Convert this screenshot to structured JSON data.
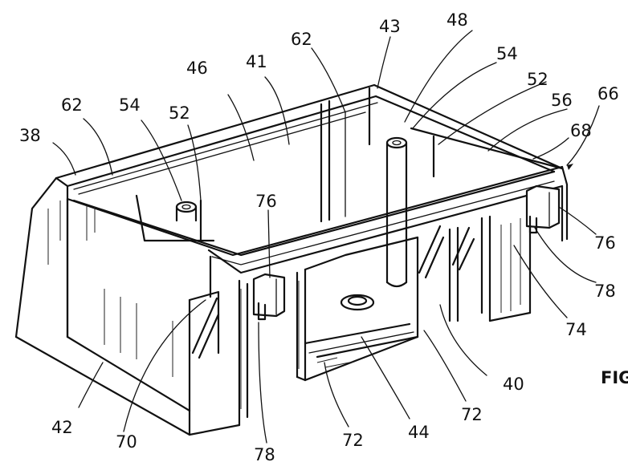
{
  "figure": {
    "fig_label": "FIG",
    "reference_numerals": {
      "n38": "38",
      "n62a": "62",
      "n54a": "54",
      "n52a": "52",
      "n46": "46",
      "n41": "41",
      "n62b": "62",
      "n43": "43",
      "n48": "48",
      "n54b": "54",
      "n52b": "52",
      "n56": "56",
      "n66": "66",
      "n68": "68",
      "n76a": "76",
      "n76b": "76",
      "n78a": "78",
      "n74": "74",
      "n40": "40",
      "n72a": "72",
      "n44": "44",
      "n72b": "72",
      "n78b": "78",
      "n70": "70",
      "n42": "42"
    }
  }
}
